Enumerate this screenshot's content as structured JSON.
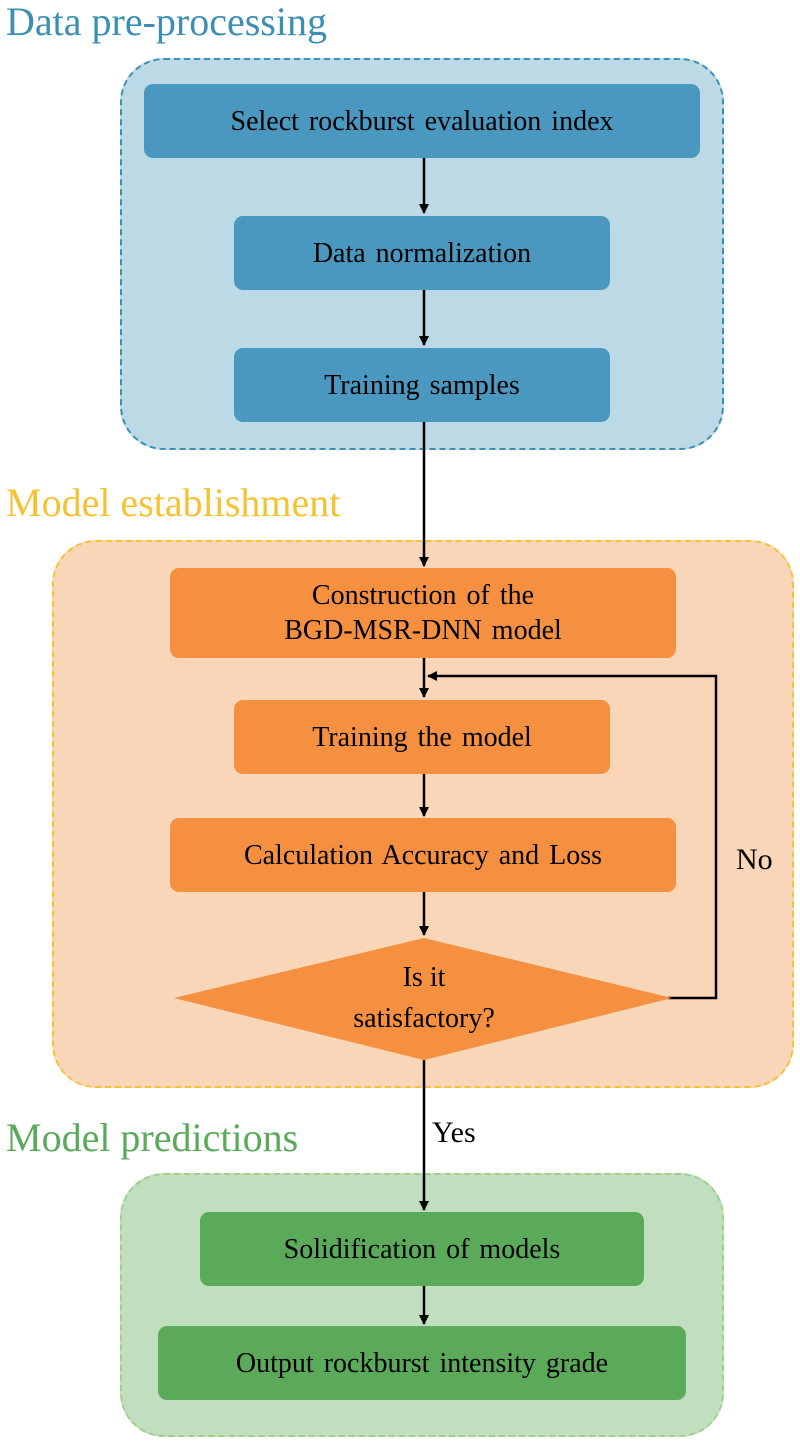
{
  "sections": {
    "preprocessing": {
      "title": "Data pre-processing",
      "color": "#3b8fb4"
    },
    "establishment": {
      "title": "Model establishment",
      "color": "#f5c233"
    },
    "predictions": {
      "title": "Model predictions",
      "color": "#5aaa5a"
    }
  },
  "nodes": {
    "select_index": "Select rockburst evaluation index",
    "normalization": "Data normalization",
    "training_samples": "Training samples",
    "construction_line1": "Construction of the",
    "construction_line2": "BGD-MSR-DNN model",
    "training_model": "Training the model",
    "calc_accuracy": "Calculation Accuracy and Loss",
    "decision_line1": "Is it",
    "decision_line2": "satisfactory?",
    "solidification": "Solidification of models",
    "output_grade": "Output rockburst intensity grade"
  },
  "edge_labels": {
    "no": "No",
    "yes": "Yes"
  }
}
